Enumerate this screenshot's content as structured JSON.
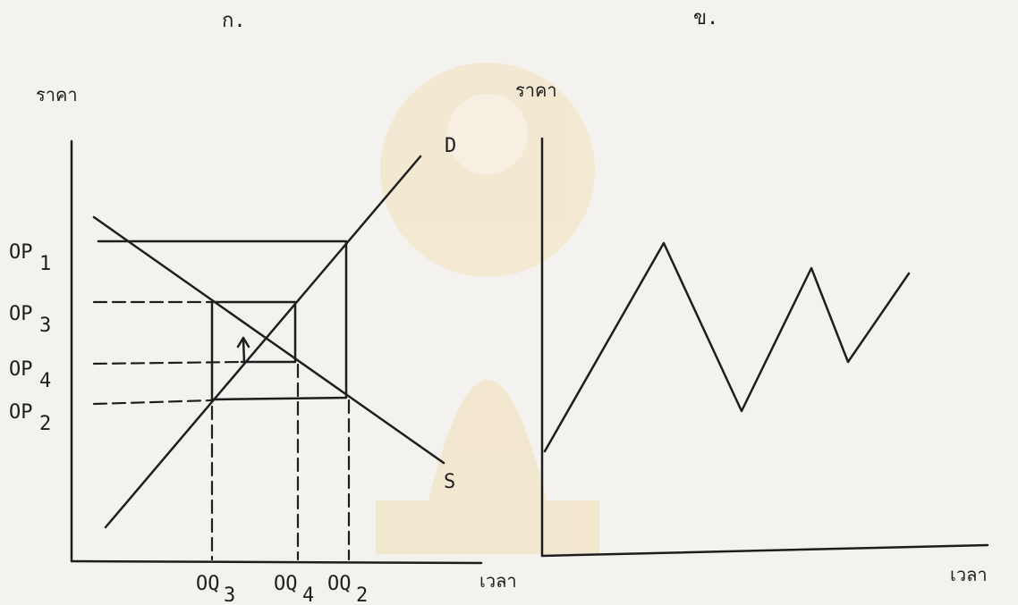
{
  "panel_a": {
    "title": "ก.",
    "y_axis_label": "ราคา",
    "x_axis_label": "เวลา",
    "curve_labels": {
      "demand": "D",
      "supply": "S"
    },
    "price_levels": [
      {
        "base": "OP",
        "sub": "1"
      },
      {
        "base": "OP",
        "sub": "3"
      },
      {
        "base": "OP",
        "sub": "4"
      },
      {
        "base": "OP",
        "sub": "2"
      }
    ],
    "quantity_levels": [
      {
        "base": "OQ",
        "sub": "3"
      },
      {
        "base": "OQ",
        "sub": "4"
      },
      {
        "base": "OQ",
        "sub": "2"
      }
    ]
  },
  "panel_b": {
    "title": "ข.",
    "y_axis_label": "ราคา",
    "x_axis_label": "เวลา"
  },
  "colors": {
    "ink": "#1e1e1e",
    "paper": "#f4f2ef",
    "watermark": "#f3d9a0"
  }
}
